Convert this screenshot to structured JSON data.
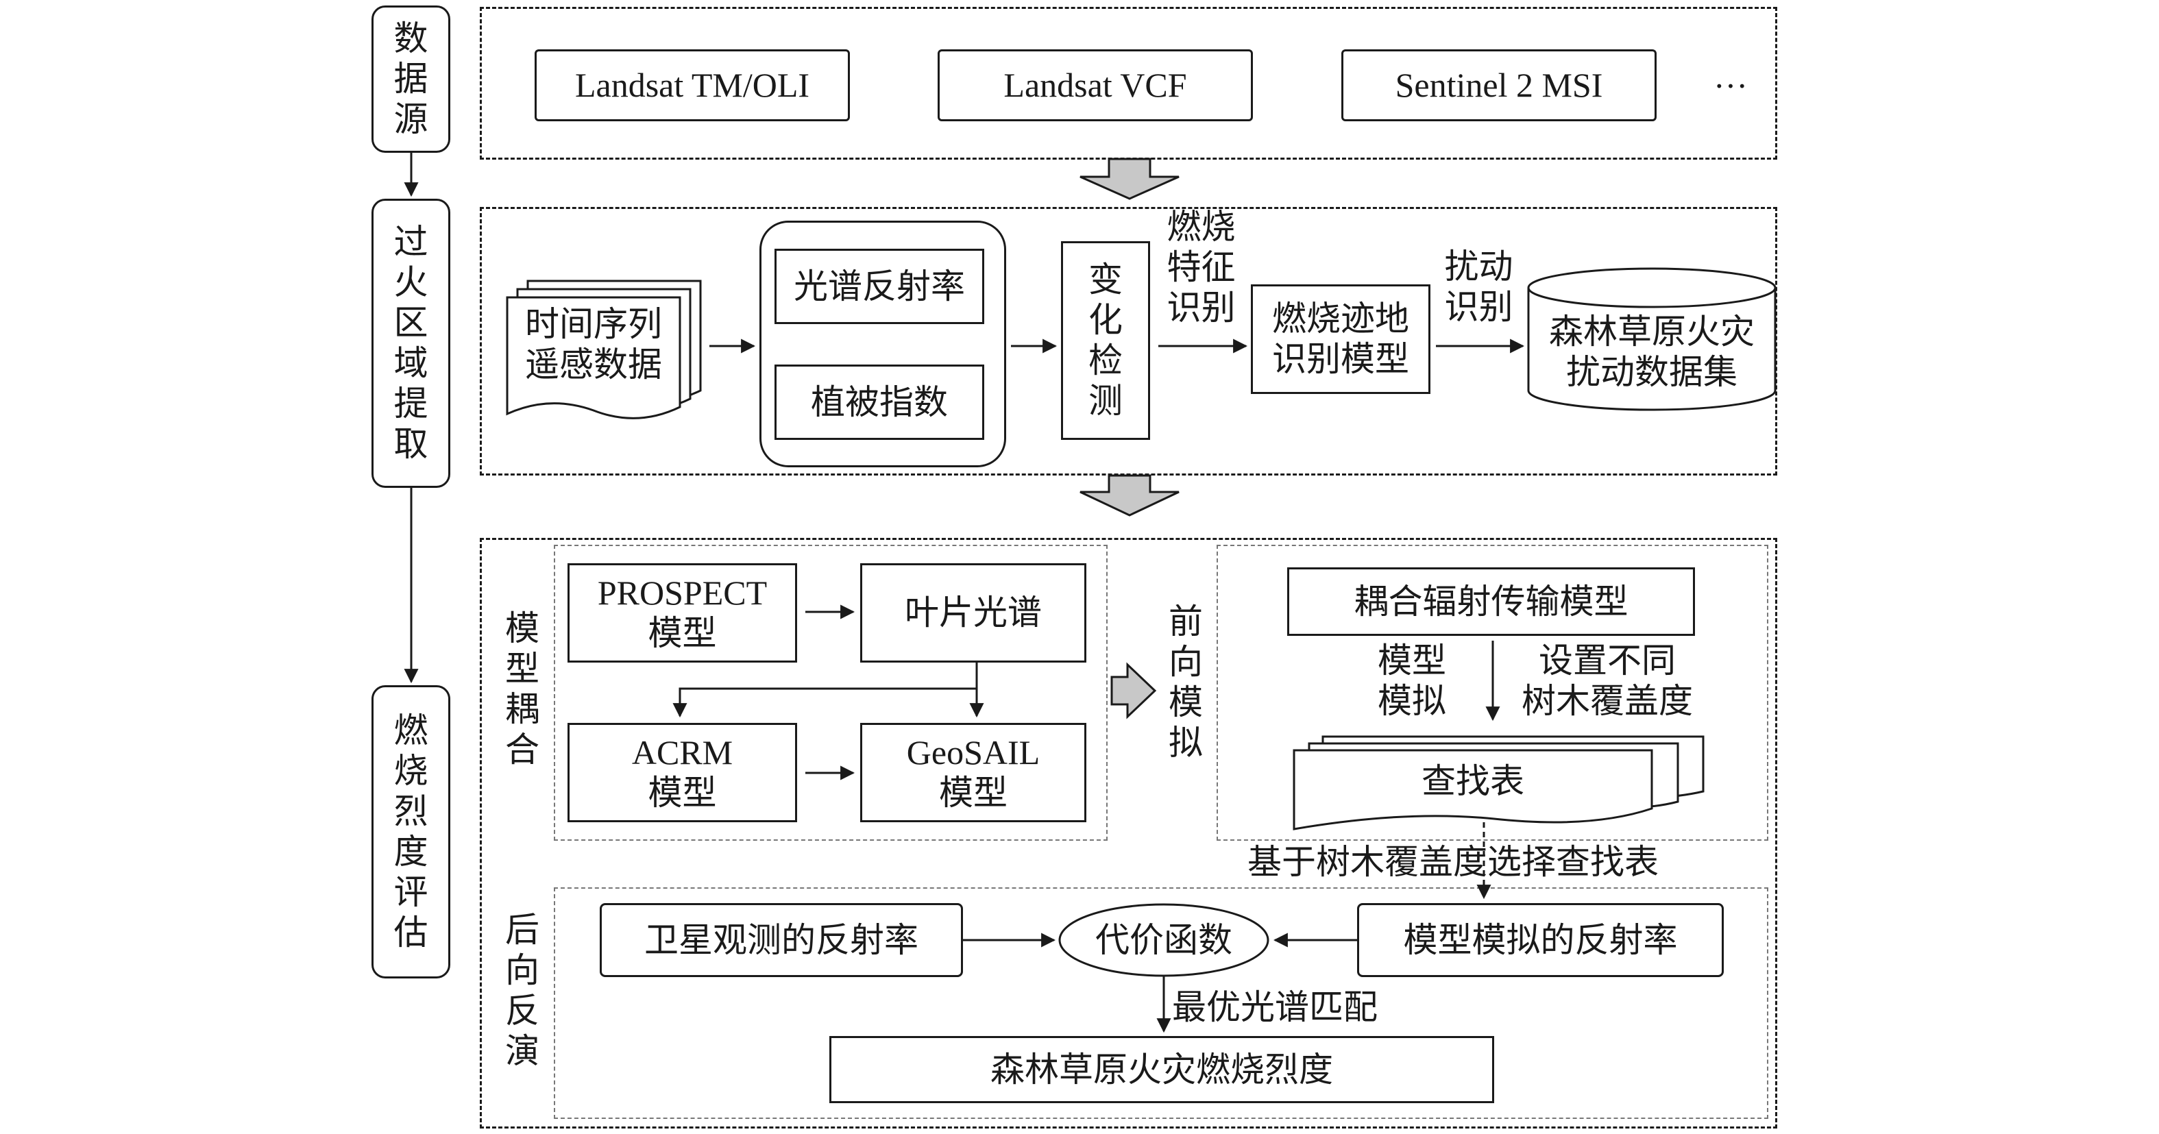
{
  "sidebar": {
    "data_source": [
      "数",
      "据",
      "源"
    ],
    "fire_extract": [
      "过",
      "火",
      "区",
      "域",
      "提",
      "取"
    ],
    "severity_eval": [
      "燃",
      "烧",
      "烈",
      "度",
      "评",
      "估"
    ]
  },
  "section1": {
    "sources": [
      "Landsat TM/OLI",
      "Landsat VCF",
      "Sentinel 2 MSI"
    ],
    "ellipsis": "···"
  },
  "section2": {
    "timeseries": [
      "时间序列",
      "遥感数据"
    ],
    "spectral": "光谱反射率",
    "veg_index": "植被指数",
    "change_detect": [
      "变",
      "化",
      "检",
      "测"
    ],
    "burn_feature": [
      "燃烧",
      "特征",
      "识别"
    ],
    "burn_model": [
      "燃烧迹地",
      "识别模型"
    ],
    "disturb": [
      "扰动",
      "识别"
    ],
    "dataset": [
      "森林草原火灾",
      "扰动数据集"
    ]
  },
  "section3": {
    "model_coupling": [
      "模",
      "型",
      "耦",
      "合"
    ],
    "prospect": [
      "PROSPECT",
      "模型"
    ],
    "leaf_spectrum": "叶片光谱",
    "acrm": [
      "ACRM",
      "模型"
    ],
    "geosail": [
      "GeoSAIL",
      "模型"
    ],
    "forward_sim": [
      "前",
      "向",
      "模",
      "拟"
    ],
    "coupled_rt": "耦合辐射传输模型",
    "model_sim": [
      "模型",
      "模拟"
    ],
    "set_cover": [
      "设置不同",
      "树木覆盖度"
    ],
    "lut": "查找表",
    "select_lut": "基于树木覆盖度选择查找表",
    "backward_inv": [
      "后",
      "向",
      "反",
      "演"
    ],
    "sat_reflect": "卫星观测的反射率",
    "cost_fn": "代价函数",
    "model_reflect": "模型模拟的反射率",
    "best_match": "最优光谱匹配",
    "severity": "森林草原火灾燃烧烈度"
  }
}
